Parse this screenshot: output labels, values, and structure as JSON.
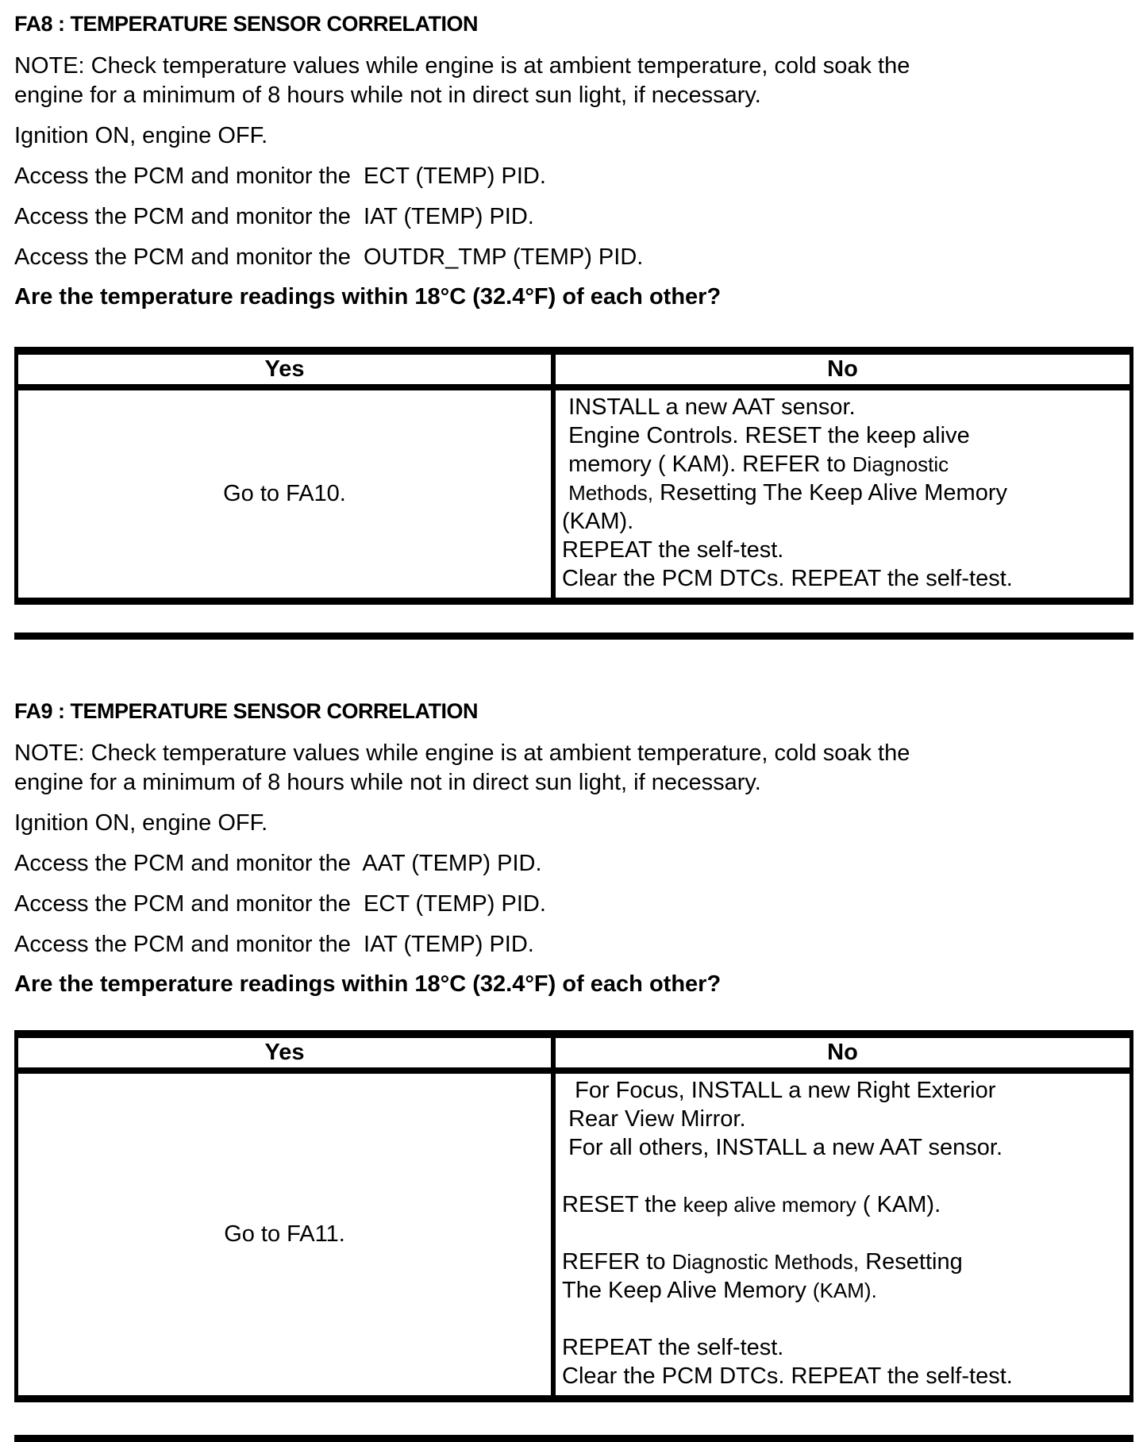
{
  "sections": [
    {
      "title": "FA8 : TEMPERATURE SENSOR CORRELATION",
      "note_lines": [
        "NOTE: Check temperature values while engine is at ambient temperature, cold soak the",
        "engine for a minimum of 8 hours while not in direct sun light, if necessary."
      ],
      "steps": [
        "Ignition ON, engine OFF.",
        "Access the PCM and monitor the  ECT (TEMP) PID.",
        "Access the PCM and monitor the  IAT (TEMP) PID.",
        "Access the PCM and monitor the  OUTDR_TMP (TEMP) PID."
      ],
      "question": "Are the temperature readings within 18°C (32.4°F) of each other?",
      "table": {
        "yes_header": "Yes",
        "no_header": "No",
        "yes_action": "Go to FA10.",
        "no_lines": [
          {
            "pre": " INSTALL a new AAT sensor.",
            "cond": "",
            "post": ""
          },
          {
            "pre": " Engine Controls. RESET the keep alive",
            "cond": "",
            "post": ""
          },
          {
            "pre": " memory ( KAM). REFER to ",
            "cond": "Diagnostic",
            "post": ""
          },
          {
            "pre": " ",
            "cond": "Methods,",
            "post": " Resetting The Keep Alive Memory"
          },
          {
            "pre": "(KAM).",
            "cond": "",
            "post": ""
          },
          {
            "pre": "REPEAT the self-test.",
            "cond": "",
            "post": ""
          },
          {
            "pre": "Clear the PCM DTCs. REPEAT the self-test.",
            "cond": "",
            "post": ""
          }
        ]
      }
    },
    {
      "title": "FA9 : TEMPERATURE SENSOR CORRELATION",
      "note_lines": [
        "NOTE: Check temperature values while engine is at ambient temperature, cold soak the",
        "engine for a minimum of 8 hours while not in direct sun light, if necessary."
      ],
      "steps": [
        "Ignition ON, engine OFF.",
        "Access the PCM and monitor the  AAT (TEMP) PID.",
        "Access the PCM and monitor the  ECT (TEMP) PID.",
        "Access the PCM and monitor the  IAT (TEMP) PID."
      ],
      "question": "Are the temperature readings within 18°C (32.4°F) of each other?",
      "table": {
        "yes_header": "Yes",
        "no_header": "No",
        "yes_action": "Go to FA11.",
        "no_lines": [
          {
            "pre": "  For Focus, INSTALL a new Right Exterior",
            "cond": "",
            "post": ""
          },
          {
            "pre": " Rear View Mirror.",
            "cond": "",
            "post": ""
          },
          {
            "pre": " For all others, INSTALL a new AAT sensor.",
            "cond": "",
            "post": ""
          },
          {
            "pre": "",
            "cond": "",
            "post": ""
          },
          {
            "pre": "RESET the ",
            "cond": "keep alive memory",
            "post": " ( KAM)."
          },
          {
            "pre": "",
            "cond": "",
            "post": ""
          },
          {
            "pre": "REFER to ",
            "cond": "Diagnostic Methods,",
            "post": " Resetting"
          },
          {
            "pre": "The Keep Alive Memory ",
            "cond": "(KAM).",
            "post": ""
          },
          {
            "pre": "",
            "cond": "",
            "post": ""
          },
          {
            "pre": "REPEAT the self-test.",
            "cond": "",
            "post": ""
          },
          {
            "pre": "Clear the PCM DTCs. REPEAT the self-test.",
            "cond": "",
            "post": ""
          }
        ]
      }
    }
  ]
}
